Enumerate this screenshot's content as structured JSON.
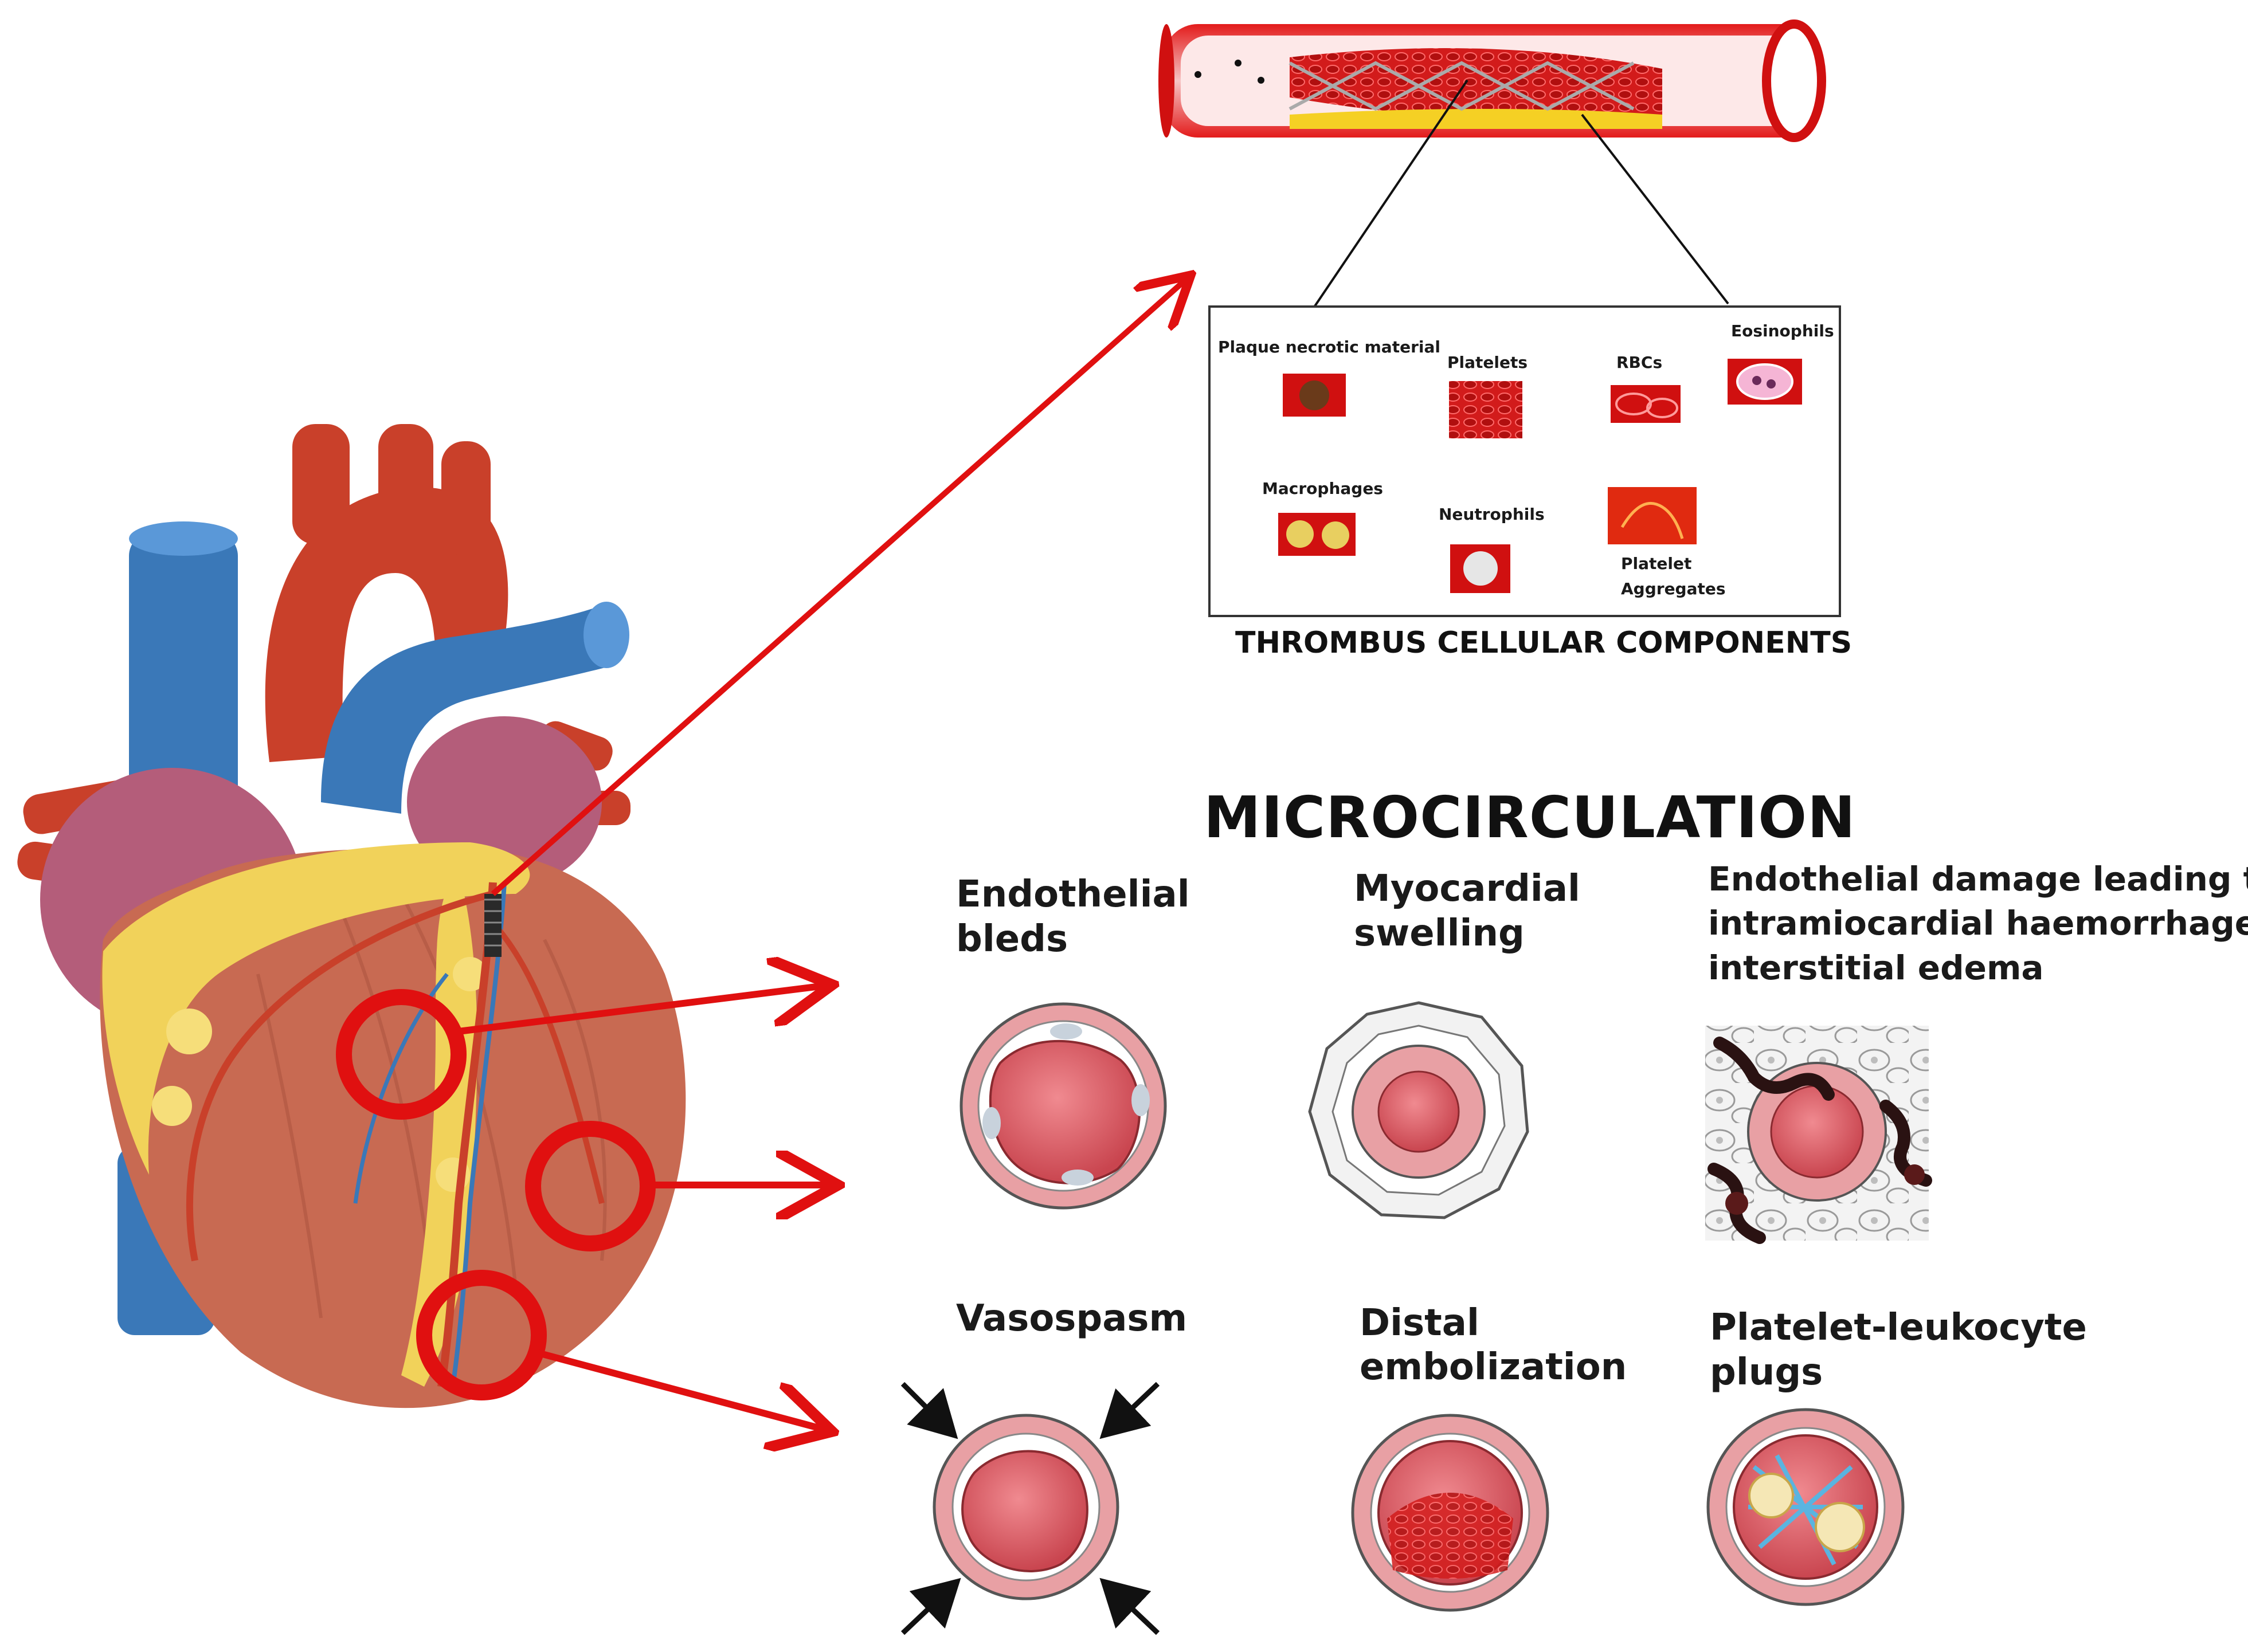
{
  "thrombus": {
    "title": "THROMBUS CELLULAR COMPONENTS",
    "components": [
      {
        "label": "Plaque  necrotic material"
      },
      {
        "label": "Platelets"
      },
      {
        "label": "RBCs"
      },
      {
        "label": "Eosinophils"
      },
      {
        "label": "Macrophages"
      },
      {
        "label": "Neutrophils"
      },
      {
        "label_line1": "Platelet",
        "label_line2": "Aggregates"
      }
    ]
  },
  "microcirculation": {
    "title": "MICROCIRCULATION",
    "panels": [
      {
        "line1": "Endothelial",
        "line2": "bleds"
      },
      {
        "line1": "Myocardial",
        "line2": "swelling"
      },
      {
        "line1": "Endothelial damage leading to",
        "line2": "intramiocardial haemorrhage and",
        "line3": "interstitial edema"
      },
      {
        "line1": "Vasospasm"
      },
      {
        "line1": "Distal",
        "line2": "embolization"
      },
      {
        "line1": "Platelet-leukocyte",
        "line2": "plugs"
      }
    ]
  },
  "colors": {
    "arrow_red": "#e01010",
    "vessel_pink": "#e8a0a4",
    "lumen_red": "#d96068",
    "heart_muscle": "#c86a52",
    "fat_yellow": "#f1d25a",
    "vein_blue": "#3a78b8"
  }
}
